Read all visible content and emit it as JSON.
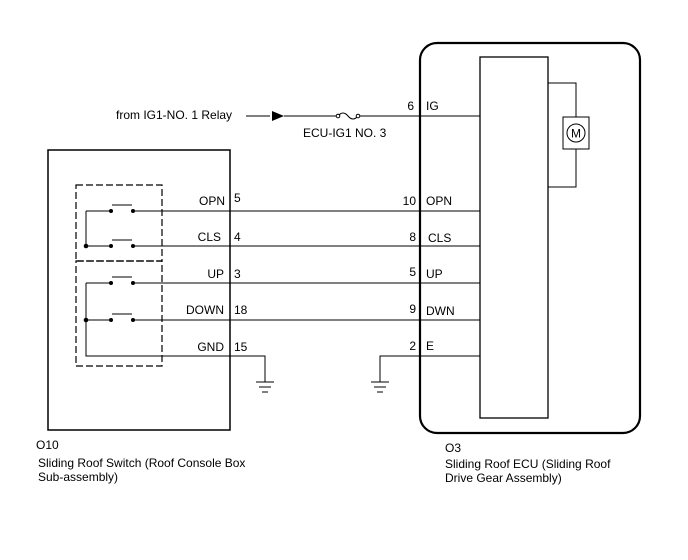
{
  "source": {
    "label": "from IG1-NO. 1 Relay"
  },
  "fuse": {
    "label": "ECU-IG1 NO. 3"
  },
  "switch_component": {
    "id": "O10",
    "name_line1": "Sliding Roof Switch (Roof Console Box",
    "name_line2": "Sub-assembly)",
    "terminals": [
      {
        "name": "OPN",
        "pin": "5"
      },
      {
        "name": "CLS",
        "pin": "4"
      },
      {
        "name": "UP",
        "pin": "3"
      },
      {
        "name": "DOWN",
        "pin": "18"
      },
      {
        "name": "GND",
        "pin": "15"
      }
    ]
  },
  "ecu_component": {
    "id": "O3",
    "name_line1": "Sliding Roof ECU (Sliding Roof",
    "name_line2": "Drive Gear Assembly)",
    "terminals": [
      {
        "name": "IG",
        "pin": "6"
      },
      {
        "name": "OPN",
        "pin": "10"
      },
      {
        "name": "CLS",
        "pin": "8"
      },
      {
        "name": "UP",
        "pin": "5"
      },
      {
        "name": "DWN",
        "pin": "9"
      },
      {
        "name": "E",
        "pin": "2"
      }
    ],
    "motor_label": "M"
  }
}
